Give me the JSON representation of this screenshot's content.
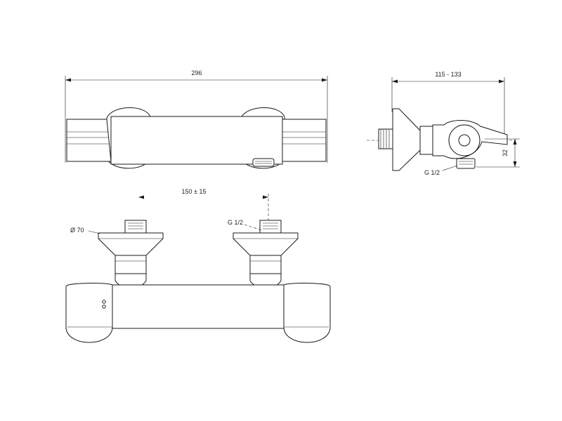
{
  "dimensions": {
    "overall_width": "296",
    "side_depth": "115 - 133",
    "side_height": "32",
    "centers": "150 ± 15",
    "flange_diameter": "Ø 70",
    "thread_top": "G 1/2",
    "thread_side": "G 1/2"
  },
  "colors": {
    "line": "#1a1a1a",
    "background": "#ffffff"
  }
}
